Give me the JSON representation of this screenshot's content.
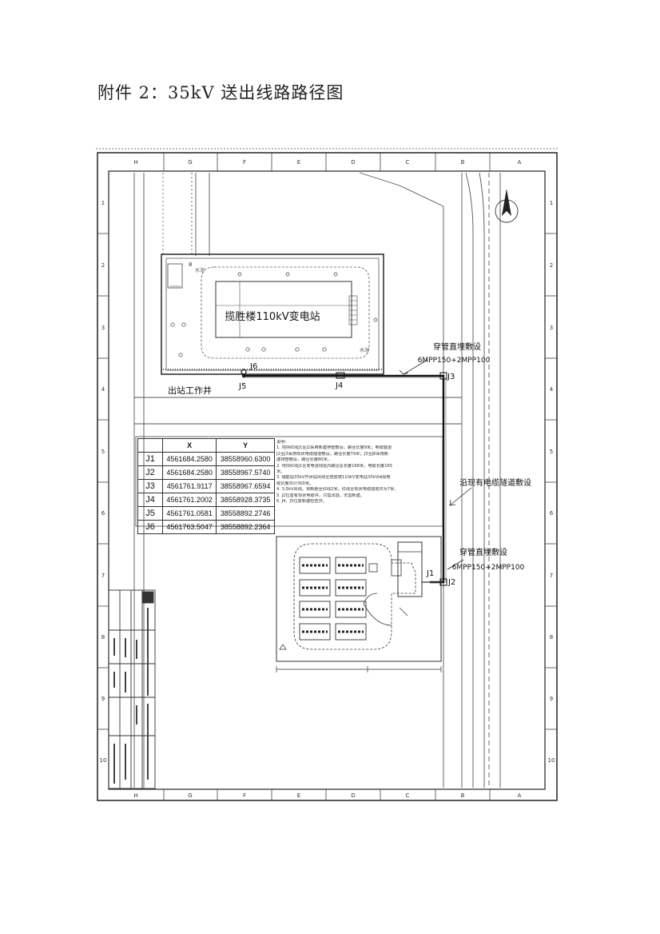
{
  "page_title": "附件 2：35kV 送出线路路径图",
  "substation_label": "揽胜楼110kV变电站",
  "exit_well_label": "出站工作井",
  "route_labels": {
    "direct_burial_1_line1": "穿管直埋敷设",
    "direct_burial_1_line2": "6MPP150+2MPP100",
    "tunnel": "沿现有电缆隧道敷设",
    "direct_burial_2_line1": "穿管直埋敷设",
    "direct_burial_2_line2": "6MPP150+2MPP100"
  },
  "joints": {
    "J1": "J1",
    "J2": "J2",
    "J3": "J3",
    "J4": "J4",
    "J5": "J5",
    "J6": "J6"
  },
  "coord_table": {
    "headers": [
      "",
      "X",
      "Y"
    ],
    "rows": [
      [
        "J1",
        "4561684.2580",
        "38558960.6300"
      ],
      [
        "J2",
        "4561684.2580",
        "38558967.5740"
      ],
      [
        "J3",
        "4561761.9117",
        "38558967.6594"
      ],
      [
        "J4",
        "4561761.2002",
        "38558928.3735"
      ],
      [
        "J5",
        "4561761.0581",
        "38558892.2746"
      ],
      [
        "J6",
        "4561763.5047",
        "38558892.2364"
      ]
    ]
  },
  "notes": {
    "title": "说明：",
    "lines": [
      "1. 地块红线J1至J2采用新建排管敷设，路径长度9米；电缆隧道",
      "J2至J3采用现状电缆隧道敷设，路径长度79米；J3至J6采用新",
      "建排管敷设，路径长度80米。",
      "2. 地块红线J1至变电进线处J5路径总长度168米，电缆长度165",
      "米。",
      "3. 储能站35kV开闭站出线至揽胜楼110kV变电站35kV间隔电",
      "缆长度共计300米。",
      "4. 3.5kV出线，预制舱至红线2米，红线至现状电缆隧道井为7米。",
      "5. J2位置有现状电缆井，只需改造，无需新建。",
      "6. J4、J5位置新建检查井。"
    ]
  },
  "grid_letters": [
    "H",
    "G",
    "F",
    "E",
    "D",
    "C",
    "B",
    "A"
  ],
  "grid_numbers": [
    "1",
    "2",
    "3",
    "4",
    "5",
    "6",
    "7",
    "8",
    "9",
    "10"
  ],
  "small_labels": {
    "water_1": "水泥",
    "water_2": "水泥",
    "eight": "8"
  }
}
